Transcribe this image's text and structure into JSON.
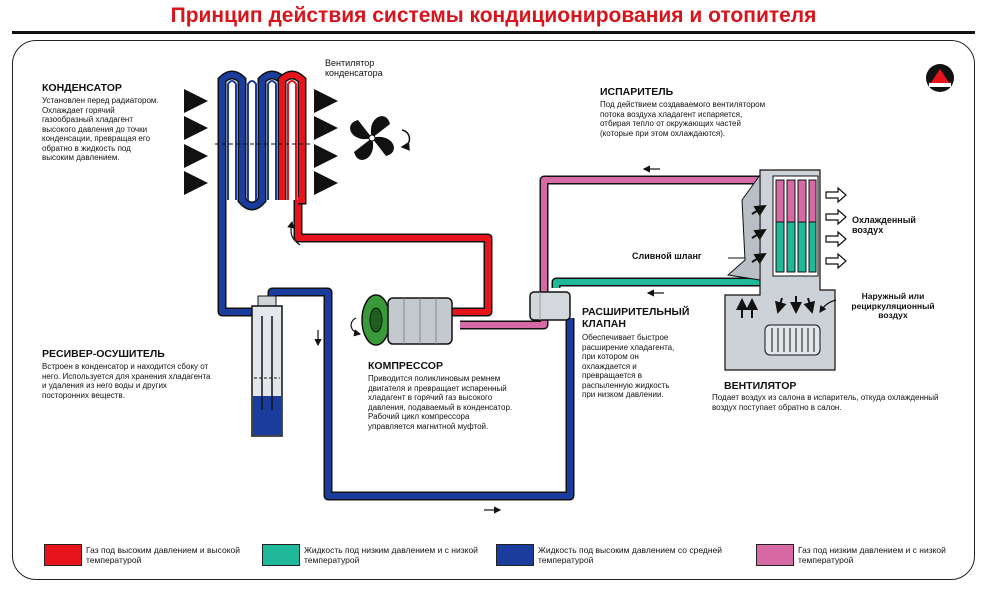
{
  "title": "Принцип действия системы кондиционирования и отопителя",
  "colors": {
    "high_pressure_gas": "#e8141c",
    "low_pressure_liquid": "#1fb898",
    "high_pressure_liquid": "#1a3c9c",
    "low_pressure_gas": "#d76aa4",
    "title_red": "#d8141c"
  },
  "fan_label": "Вентилятор конденсатора",
  "condenser": {
    "heading": "КОНДЕНСАТОР",
    "text": "Установлен перед радиатором. Охлаждает горячий газообразный хладагент высокого давления до точки конденсации, превращая его обратно в жидкость под высоким давлением."
  },
  "evaporator": {
    "heading": "ИСПАРИТЕЛЬ",
    "text": "Под действием создаваемого вентилятором потока воздуха хладагент испаряется, отбирая тепло от окружающих частей (которые при этом охлаждаются)."
  },
  "drain_hose": "Сливной шланг",
  "cooled_air": "Охлажденный воздух",
  "outside_air": "Наружный или рециркуляционный воздух",
  "receiver": {
    "heading": "РЕСИВЕР-ОСУШИТЕЛЬ",
    "text": "Встроен в конденсатор и находится сбоку от него. Используется для хранения хладагента и удаления из него воды и других посторонних веществ."
  },
  "compressor": {
    "heading": "КОМПРЕССОР",
    "text": "Приводится поликлиновым ремнем двигателя и превращает испаренный хладагент в горячий газ высокого давления, подаваемый в конденсатор. Рабочий цикл компрессора управляется магнитной муфтой."
  },
  "expansion_valve": {
    "heading": "РАСШИРИТЕЛЬНЫЙ КЛАПАН",
    "text": "Обеспечивает быстрое расширение хладагента, при котором он охлаждается и превращается в распыленную жидкость при низком давлении."
  },
  "blower": {
    "heading": "ВЕНТИЛЯТОР",
    "text": "Подает воздух из салона в испаритель, откуда охлажденный воздух поступает обратно в салон."
  },
  "legend": [
    {
      "label": "Газ под высоким давлением и высокой температурой",
      "color": "#e8141c"
    },
    {
      "label": "Жидкость под низким давлением и с низкой температурой",
      "color": "#1fb898"
    },
    {
      "label": "Жидкость под высоким давлением со средней температурой",
      "color": "#1a3c9c"
    },
    {
      "label": "Газ под низким давлением и с низкой температурой",
      "color": "#d76aa4"
    }
  ]
}
